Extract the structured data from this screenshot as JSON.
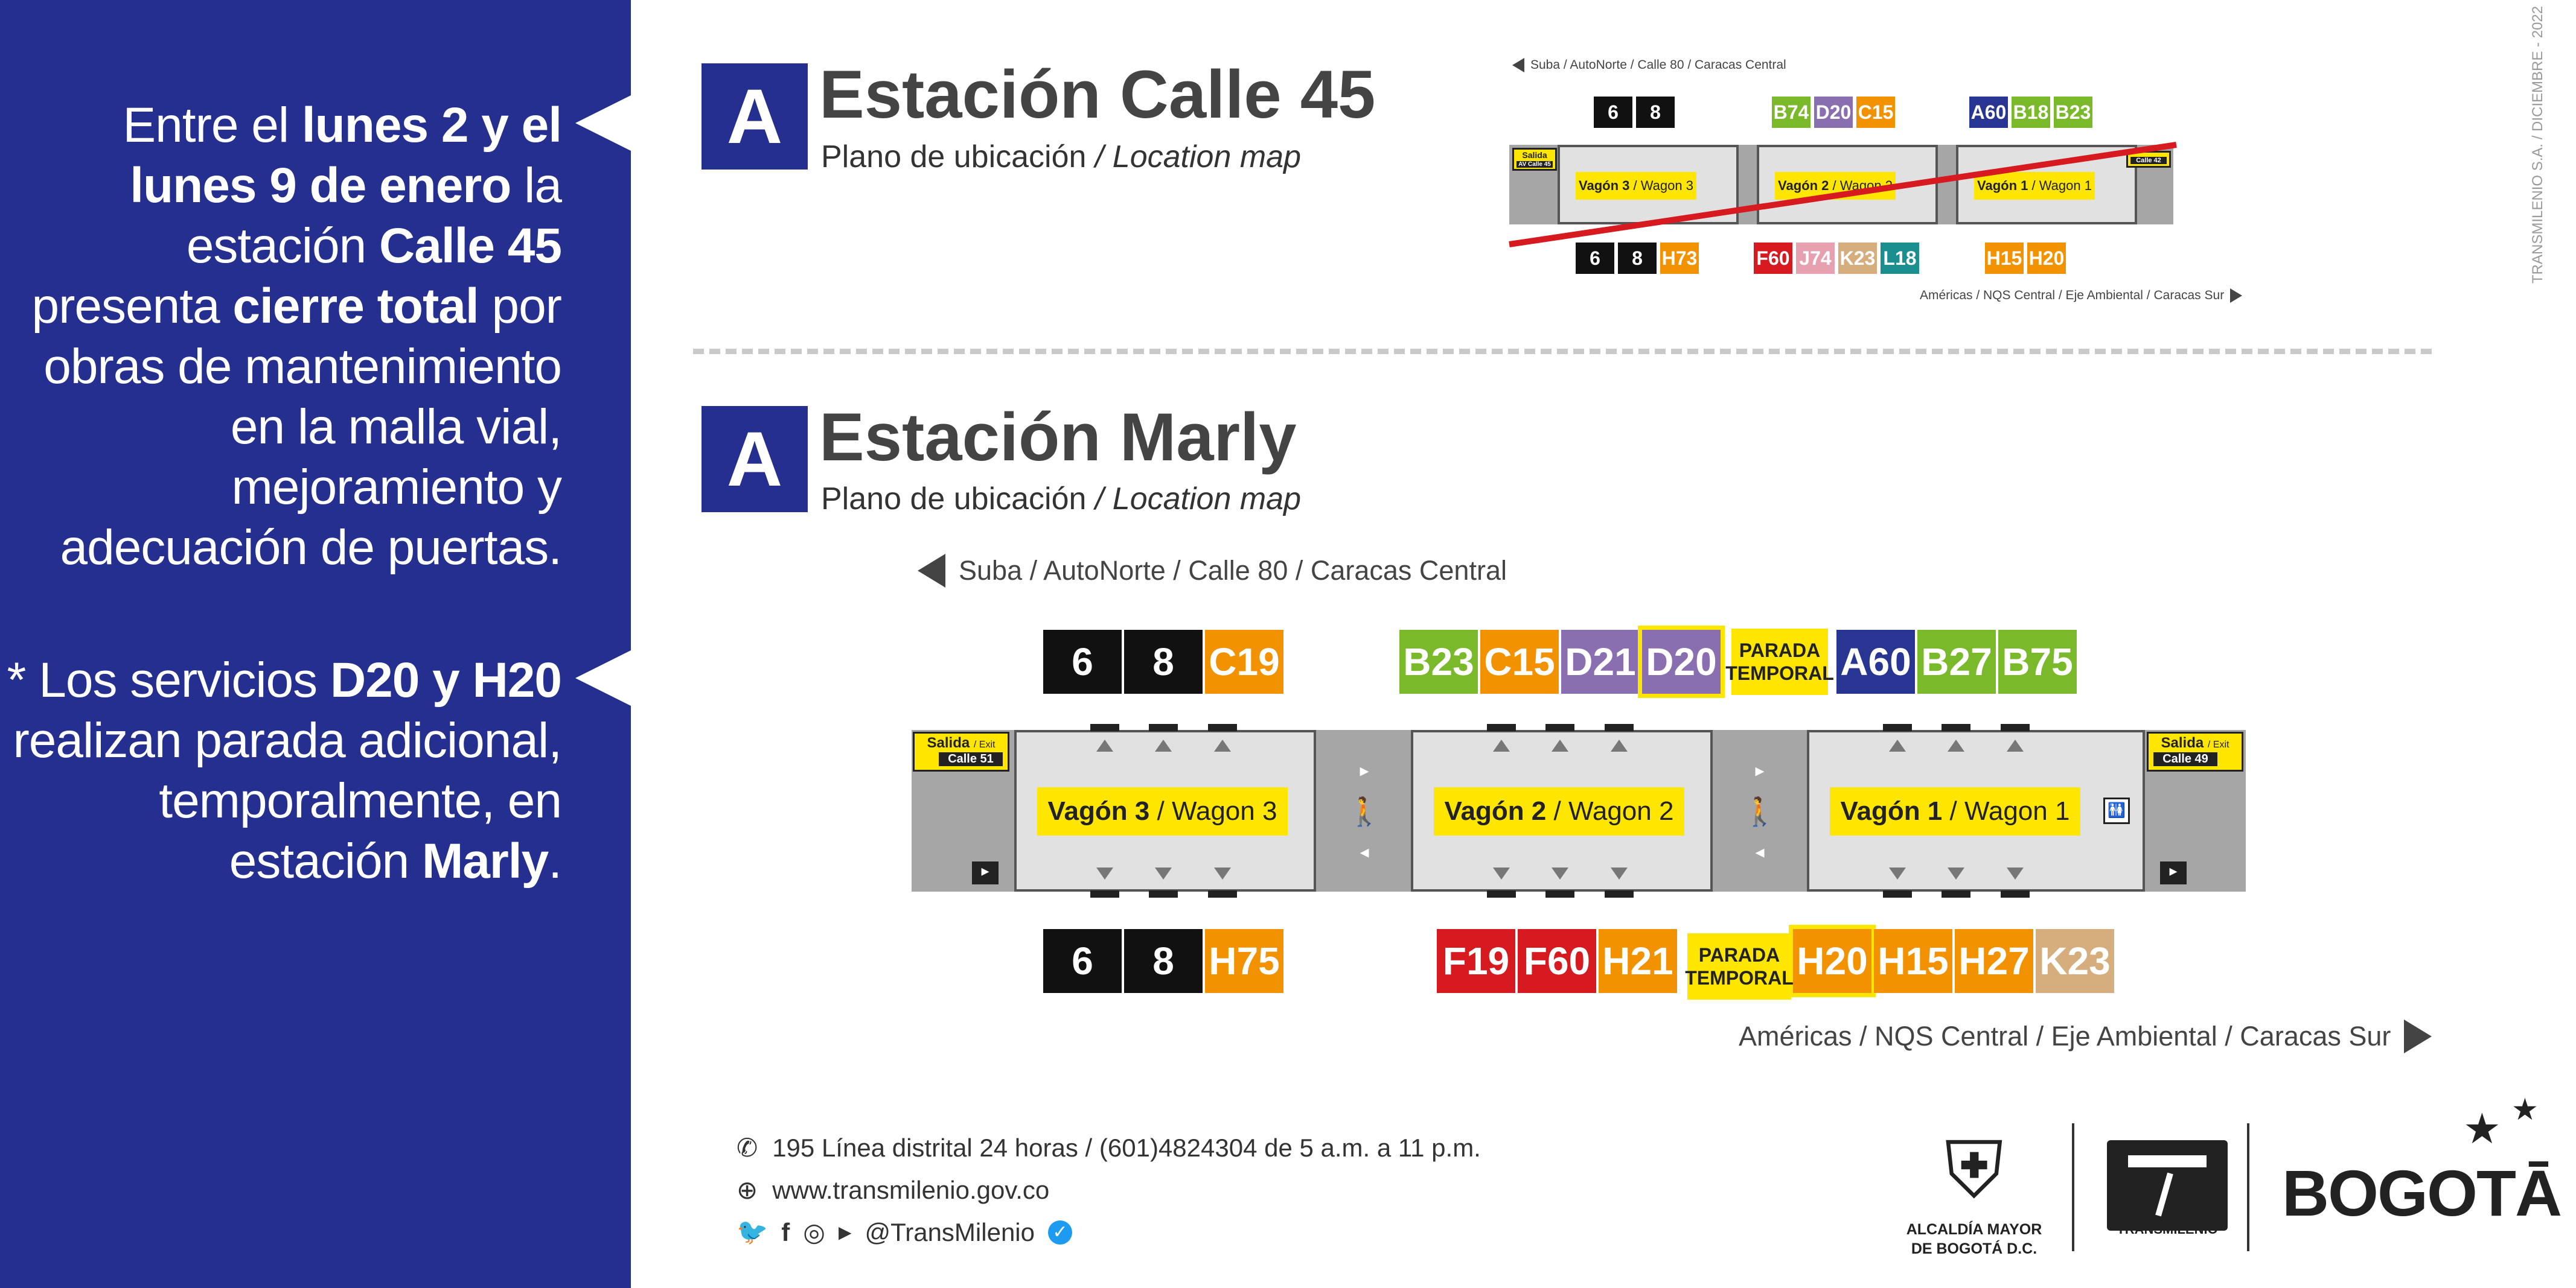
{
  "notice": {
    "p1_a": "Entre el ",
    "p1_b": "lunes 2 y el lunes 9 de enero",
    "p1_c": " la estación ",
    "p1_d": "Calle 45",
    "p1_e": " presenta ",
    "p1_f": "cierre total",
    "p1_g": " por obras de mantenimiento en la malla vial, mejoramiento y adecuación de puertas.",
    "p2_a": "*  Los servicios ",
    "p2_b": "D20 y H20",
    "p2_c": " realizan parada adicional, temporalmente, en estación ",
    "p2_d": "Marly",
    "p2_e": "."
  },
  "station1": {
    "badge": "A",
    "title": "Estación Calle 45",
    "subtitle": "Plano de ubicación",
    "subtitle_en": "/ Location map",
    "dir_top": "Suba / AutoNorte / Calle 80 / Caracas Central",
    "dir_bottom": "Américas / NQS Central / Eje Ambiental / Caracas Sur",
    "exit_left": "Salida",
    "exit_left_street": "AV Calle 45",
    "exit_right": "Calle 42",
    "wagons": [
      {
        "label": "Vagón 3",
        "en": "/ Wagon 3"
      },
      {
        "label": "Vagón 2",
        "en": "/ Wagon 2"
      },
      {
        "label": "Vagón 1",
        "en": "/ Wagon 1"
      }
    ],
    "top_routes_w3": [
      "6",
      "8"
    ],
    "top_routes_w2": [
      "B74",
      "D20",
      "C15"
    ],
    "top_routes_w1": [
      "A60",
      "B18",
      "B23"
    ],
    "bottom_routes_w3": [
      "6",
      "8",
      "H73"
    ],
    "bottom_routes_w2": [
      "F60",
      "J74",
      "K23",
      "L18"
    ],
    "bottom_routes_w1": [
      "H15",
      "H20"
    ]
  },
  "station2": {
    "badge": "A",
    "title": "Estación Marly",
    "subtitle": "Plano de ubicación",
    "subtitle_en": "/ Location map",
    "dir_top": "Suba / AutoNorte / Calle 80 / Caracas Central",
    "dir_bottom": "Américas / NQS Central / Eje Ambiental / Caracas Sur",
    "exit_left": "Salida",
    "exit_left_en": "/ Exit",
    "exit_left_street": "Calle 51",
    "exit_right": "Salida",
    "exit_right_en": "/ Exit",
    "exit_right_street": "Calle 49",
    "wagons": [
      {
        "label": "Vagón 3",
        "en": "/ Wagon 3"
      },
      {
        "label": "Vagón 2",
        "en": "/ Wagon 2"
      },
      {
        "label": "Vagón 1",
        "en": "/ Wagon 1"
      }
    ],
    "temp_stop_1": "PARADA",
    "temp_stop_2": "TEMPORAL",
    "top_routes": [
      "6",
      "8",
      "C19",
      "B23",
      "C15",
      "D21",
      "D20",
      "A60",
      "B27",
      "B75"
    ],
    "bottom_routes": [
      "6",
      "8",
      "H75",
      "F19",
      "F60",
      "H21",
      "H20",
      "H15",
      "H27",
      "K23"
    ]
  },
  "footer": {
    "phone": "195 Línea distrital 24 horas / (601)4824304 de 5 a.m. a 11 p.m.",
    "web": "www.transmilenio.gov.co",
    "social": "@TransMilenio",
    "alcaldia_1": "ALCALDÍA MAYOR",
    "alcaldia_2": "DE BOGOTÁ D.C.",
    "transmilenio": "TRANSMILENIO",
    "bogota": "BOGOTĀ",
    "vertical_credit": "TRANSMILENIO S.A. / DICIEMBRE - 2022"
  },
  "colors": {
    "navy": "#242f8f",
    "black": "#111111",
    "orange": "#f39200",
    "green": "#7ab929",
    "purple": "#8a6fb0",
    "navy_route": "#283593",
    "red": "#d71920",
    "pink": "#e7a0b0",
    "tan": "#d6ad7d",
    "teal": "#1b8f8f",
    "yellow": "#ffe600"
  }
}
